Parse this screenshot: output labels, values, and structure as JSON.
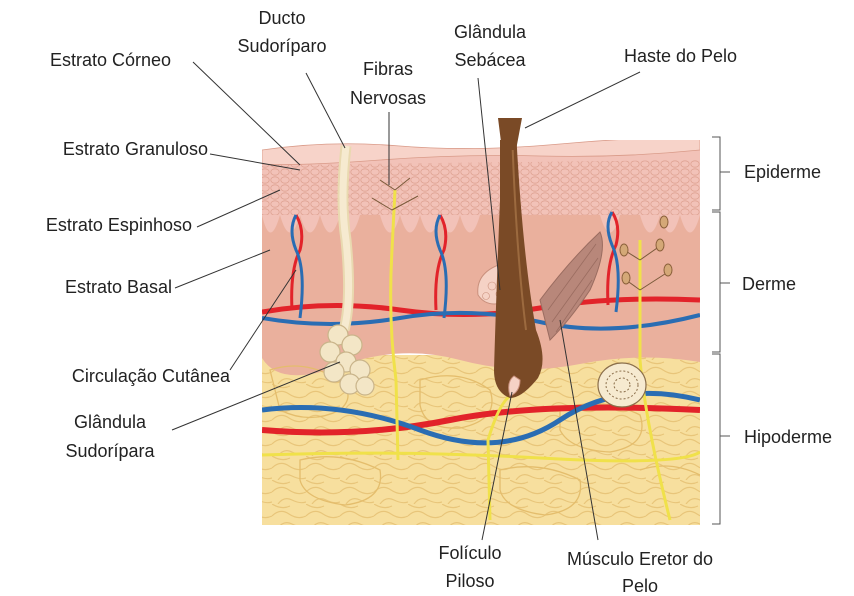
{
  "labels": {
    "estrato_corneo": "Estrato Córneo",
    "ducto_sudoriparo": [
      "Ducto",
      "Sudoríparo"
    ],
    "fibras_nervosas": [
      "Fibras",
      "Nervosas"
    ],
    "glandula_sebacea": [
      "Glândula",
      "Sebácea"
    ],
    "haste_do_pelo": "Haste do Pelo",
    "estrato_granuloso": "Estrato Granuloso",
    "estrato_espinhoso": "Estrato Espinhoso",
    "estrato_basal": "Estrato Basal",
    "circulacao_cutanea": "Circulação Cutânea",
    "glandula_sudoripara": [
      "Glândula",
      "Sudorípara"
    ],
    "foliculo_piloso": [
      "Folículo",
      "Piloso"
    ],
    "musculo_eretor": [
      "Músculo Eretor do",
      "Pelo"
    ]
  },
  "layers": {
    "epiderme": "Epiderme",
    "derme": "Derme",
    "hipoderme": "Hipoderme"
  },
  "colors": {
    "epidermis": "#f2c2b8",
    "epidermis_top": "#f7d3c9",
    "dermis": "#eab09d",
    "hypodermis": "#f7df9e",
    "fat_lines": "#e8c57a",
    "artery": "#e2232a",
    "vein": "#2a6db3",
    "nerve": "#f0e14a",
    "hair": "#7a4a26",
    "muscle": "#b8877a",
    "sweat_gland": "#f3e6c6"
  }
}
